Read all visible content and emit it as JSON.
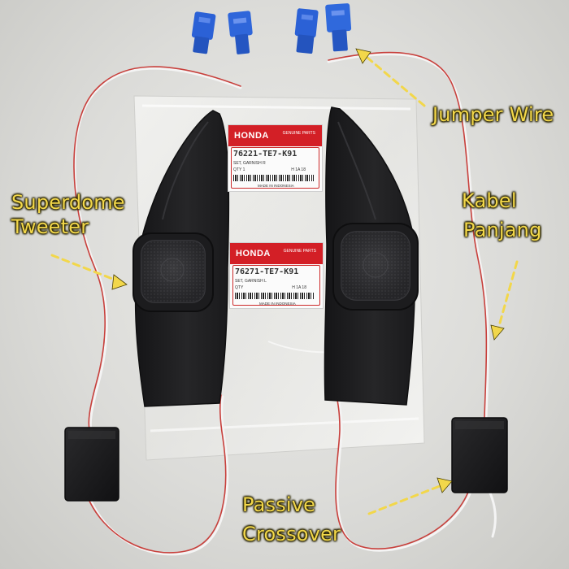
{
  "photo": {
    "subject": "honda-tweeter-kit",
    "colors": {
      "background": "#dcdcd9",
      "pods": "#1e1e20",
      "wire_red": "#c8403c",
      "wire_white": "#f4f4f4",
      "connector_blue": "#2b61d6",
      "label_red": "#d31f26",
      "callout": "#f2d74a"
    }
  },
  "callouts": {
    "jumper_wire": "Jumper Wire",
    "superdome_line1": "Superdome",
    "superdome_line2": "Tweeter",
    "kabel_line1": "Kabel",
    "kabel_line2": "Panjang",
    "passive_line1": "Passive",
    "passive_line2": "Crossover"
  },
  "labels": {
    "right": {
      "brand": "HONDA",
      "sub": "GENUINE PARTS",
      "part": "76221-TE7-K91",
      "desc": "SET, GARNISH R",
      "qty": "QTY 1",
      "code": "H 1A 18",
      "made": "MADE IN INDONESIA"
    },
    "left": {
      "brand": "HONDA",
      "sub": "GENUINE PARTS",
      "part": "76271-TE7-K91",
      "desc": "SET, GARNISH L",
      "qty": "QTY",
      "code": "H 1A 18",
      "made": "MADE IN INDONESIA"
    }
  }
}
